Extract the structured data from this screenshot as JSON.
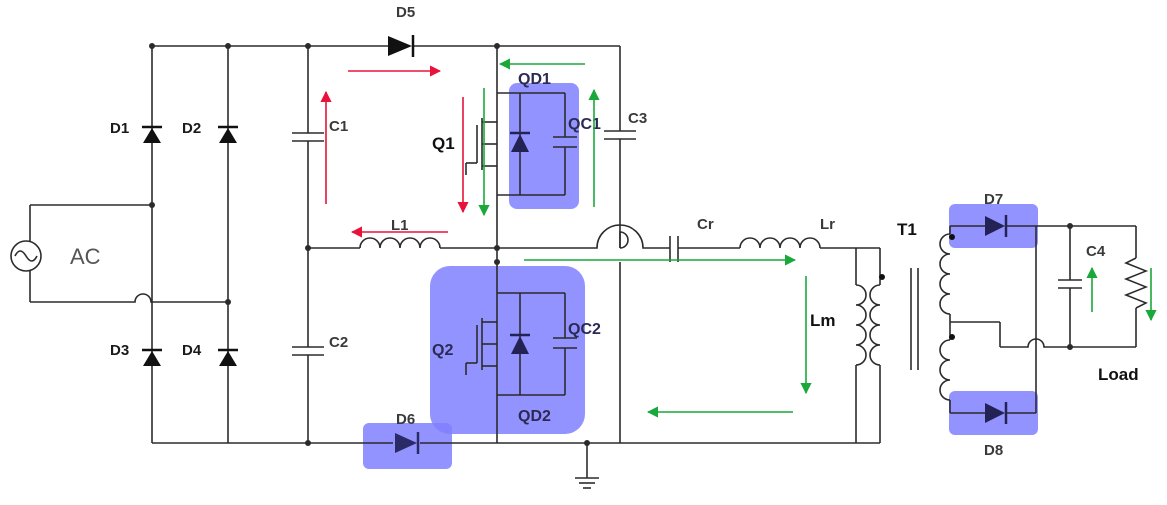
{
  "labels": {
    "ac": "AC",
    "d1": "D1",
    "d2": "D2",
    "d3": "D3",
    "d4": "D4",
    "d5": "D5",
    "d6": "D6",
    "d7": "D7",
    "d8": "D8",
    "c1": "C1",
    "c2": "C2",
    "c3": "C3",
    "c4": "C4",
    "q1": "Q1",
    "q2": "Q2",
    "qd1": "QD1",
    "qd2": "QD2",
    "qc1": "QC1",
    "qc2": "QC2",
    "l1": "L1",
    "cr": "Cr",
    "lr": "Lr",
    "lm": "Lm",
    "t1": "T1",
    "load": "Load"
  },
  "colors": {
    "wire": "#2b2b2b",
    "highlight": "#8080ff",
    "arrow_red": "#e8123a",
    "arrow_green": "#19a83a"
  }
}
